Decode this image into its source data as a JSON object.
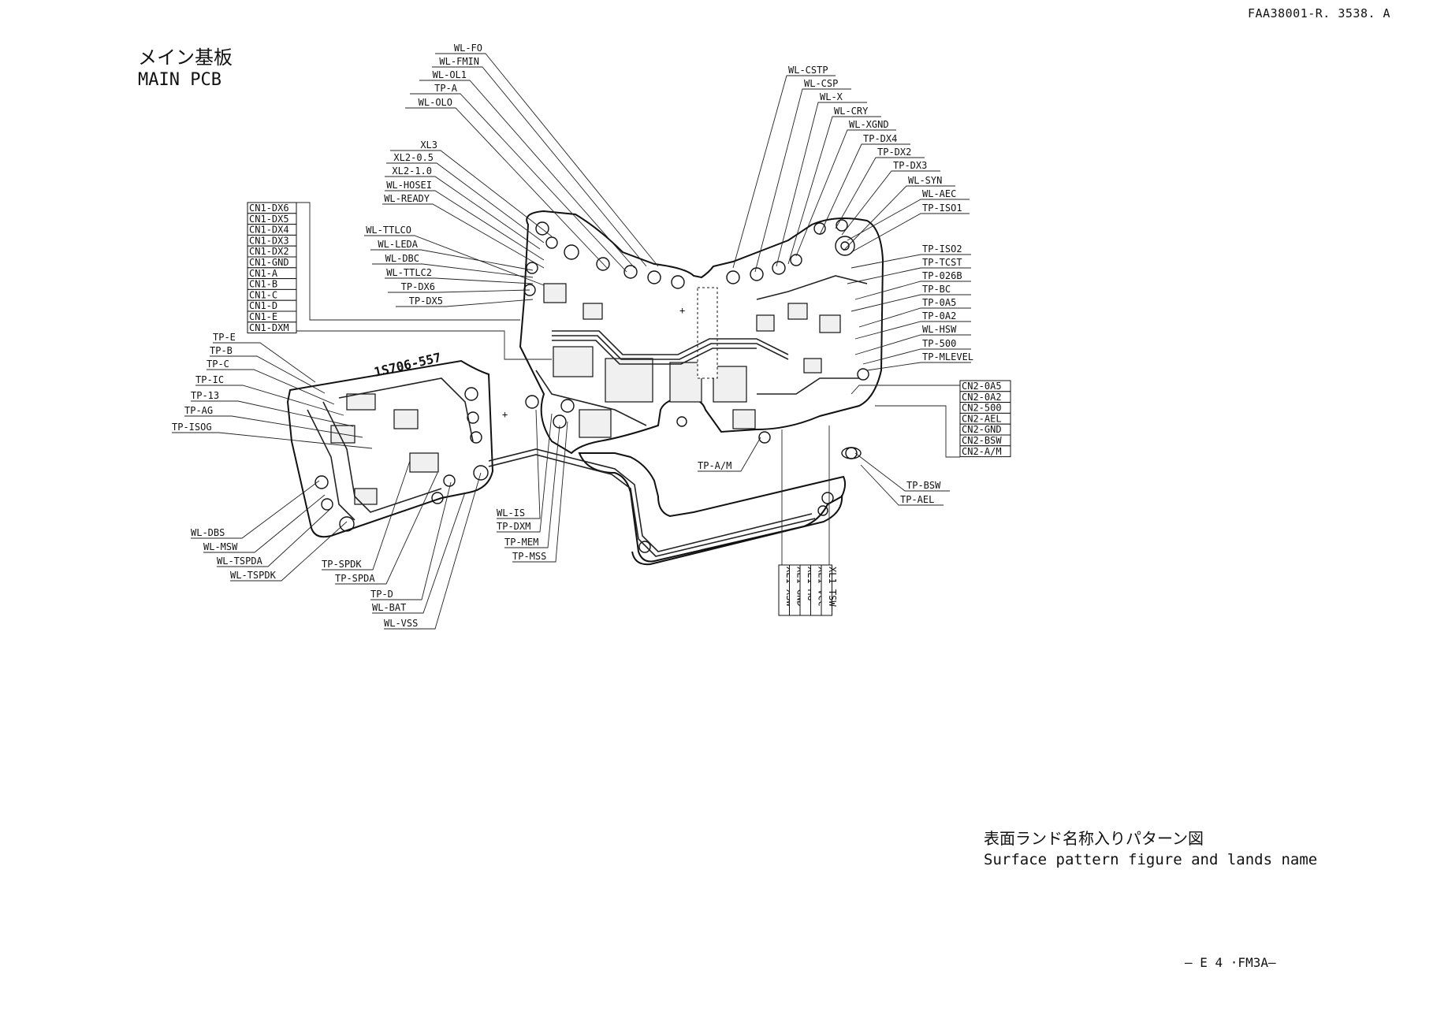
{
  "doc_id": "FAA38001-R. 3538. A",
  "title_jp": "メイン基板",
  "title_en": "MAIN PCB",
  "caption_jp": "表面ランド名称入りパターン図",
  "caption_en": "Surface pattern figure and lands name",
  "page_number": "— E 4 ·FM3A—",
  "board_marking": "1S706-557",
  "labels": {
    "top_left": [
      "WL-FO",
      "WL-FMIN",
      "WL-OL1",
      "TP-A",
      "WL-OLO",
      "XL3",
      "XL2-0.5",
      "XL2-1.0",
      "WL-HOSEI",
      "WL-READY",
      "WL-TTLCO",
      "WL-LEDA",
      "WL-DBC",
      "WL-TTLC2",
      "TP-DX6",
      "TP-DX5"
    ],
    "cn1": [
      "CN1-DX6",
      "CN1-DX5",
      "CN1-DX4",
      "CN1-DX3",
      "CN1-DX2",
      "CN1-GND",
      "CN1-A",
      "CN1-B",
      "CN1-C",
      "CN1-D",
      "CN1-E",
      "CN1-DXM"
    ],
    "left": [
      "TP-E",
      "TP-B",
      "TP-C",
      "TP-IC",
      "TP-13",
      "TP-AG",
      "TP-ISOG"
    ],
    "bottom_left": [
      "WL-DBS",
      "WL-MSW",
      "WL-TSPDA",
      "WL-TSPDK",
      "TP-SPDK",
      "TP-SPDA",
      "TP-D",
      "WL-BAT",
      "WL-VSS"
    ],
    "bottom_center": [
      "WL-IS",
      "TP-DXM",
      "TP-MEM",
      "TP-MSS",
      "TP-A/M"
    ],
    "top_right": [
      "WL-CSTP",
      "WL-CSP",
      "WL-X",
      "WL-CRY",
      "WL-XGND",
      "TP-DX4",
      "TP-DX2",
      "TP-DX3",
      "WL-SYN",
      "WL-AEC",
      "TP-ISO1"
    ],
    "right": [
      "TP-ISO2",
      "TP-TCST",
      "TP-026B",
      "TP-BC",
      "TP-0A5",
      "TP-0A2",
      "WL-HSW",
      "TP-500",
      "TP-MLEVEL"
    ],
    "cn2": [
      "CN2-0A5",
      "CN2-0A2",
      "CN2-500",
      "CN2-AEL",
      "CN2-GND",
      "CN2-BSW",
      "CN2-A/M"
    ],
    "bottom_right": [
      "TP-BSW",
      "TP-AEL"
    ],
    "xl1": [
      "XL1-XSW",
      "XL1-GND",
      "XL1-MG",
      "XL1-VCC",
      "XL1-TSW"
    ]
  }
}
